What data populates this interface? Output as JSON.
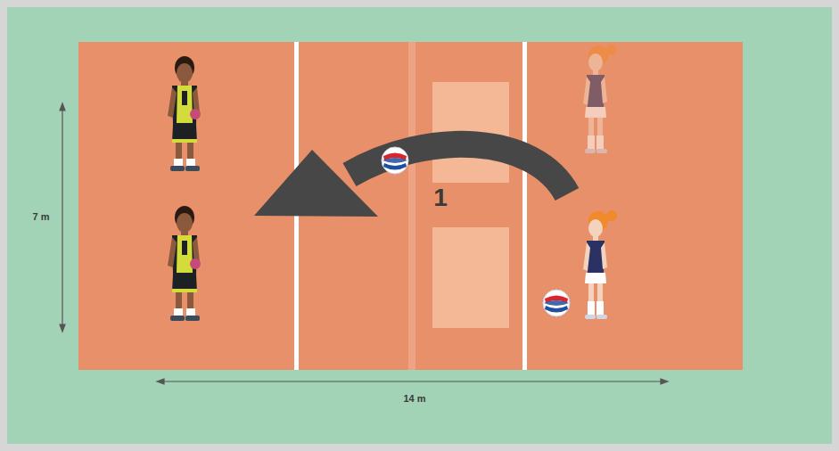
{
  "diagram": {
    "labels": [
      "7 m",
      "14 m",
      "1"
    ]
  }
}
